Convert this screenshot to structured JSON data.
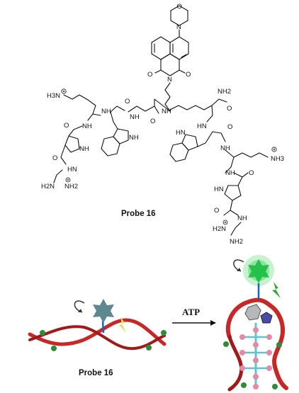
{
  "structure": {
    "caption": "Probe 16",
    "labels": {
      "ammonium_left": "H3N",
      "ammonium_right": "NH3",
      "amide_nh2": "NH2",
      "nh": "NH",
      "hn": "HN",
      "n": "N",
      "o": "O",
      "guan_left_1": "H2N",
      "guan_left_2": "NH2",
      "guan_right_1": "H2N",
      "guan_right_2": "NH2"
    }
  },
  "scheme": {
    "probe_label": "Probe 16",
    "arrow_label": "ATP"
  },
  "colors": {
    "dna_red": "#c62828",
    "charge_green": "#2e8b3a",
    "fluor_off": "#5f8790",
    "fluor_on": "#24c24a",
    "lightning": "#d8e36a",
    "lightning_on": "#3aa83a",
    "atp_phosphate": "#e58aa6",
    "atp_backbone": "#5fc4cf"
  }
}
